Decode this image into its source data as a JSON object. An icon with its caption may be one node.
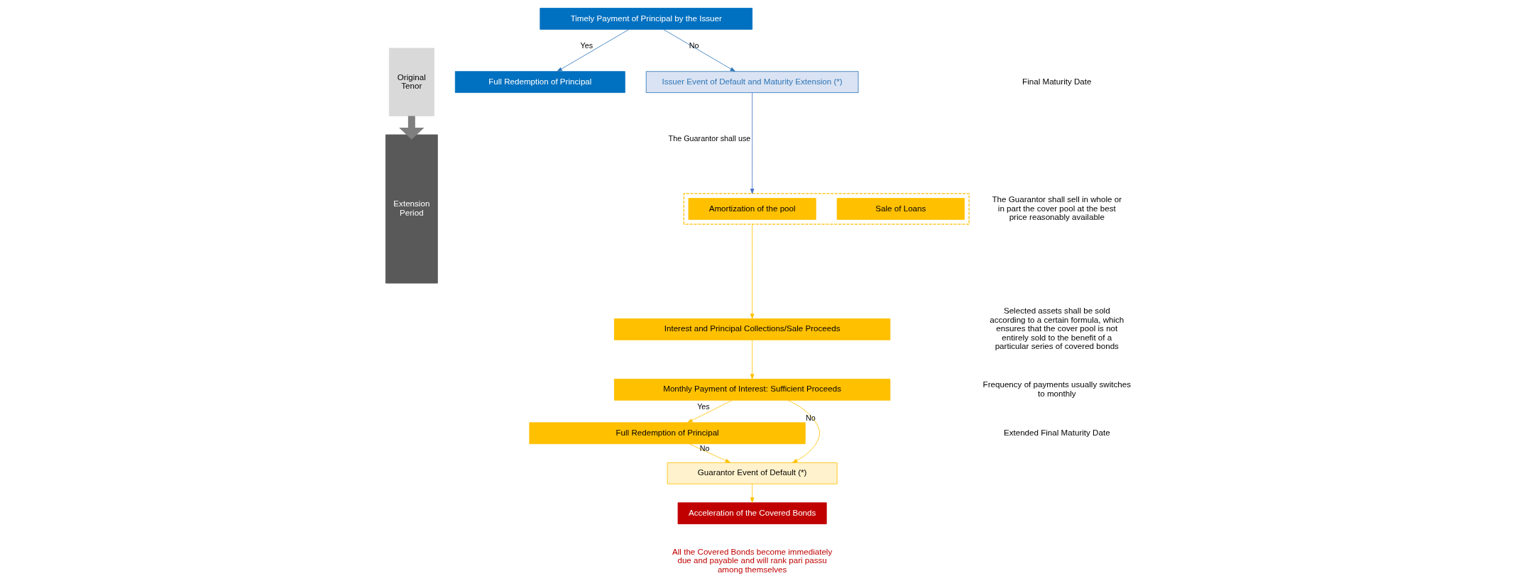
{
  "diagram": {
    "nodes": [
      {
        "text": [
          "Original Tenor"
        ]
      },
      {
        "text": [
          "Extension Period"
        ]
      },
      {
        "text": [
          "Timely Payment of Principal by the Issuer"
        ]
      },
      {
        "text": [
          "Full Redemption of Principal"
        ]
      },
      {
        "text": [
          "Issuer Event of Default and Maturity Extension (*)"
        ]
      },
      {
        "text": [],
        "shape": "box"
      },
      {
        "text": [
          "Amortization of the pool"
        ],
        "in": 5
      },
      {
        "text": [
          "Sale of Loans"
        ],
        "in": 5
      },
      {
        "text": [
          "Interest and Principal Collections/Sale Proceeds"
        ]
      },
      {
        "text": [
          "Monthly Payment of Interest: Sufficient Proceeds"
        ]
      },
      {
        "text": [
          "Full Redemption of Principal"
        ]
      },
      {
        "text": [
          "Guarantor Event of Default (*)"
        ]
      },
      {
        "text": [
          "Acceleration of the Covered Bonds"
        ],
        "beside": [
          "All the Covered Bonds become immediately due and payable and will rank pari passu among themselves"
        ]
      }
    ],
    "edges": [
      {
        "from": 0,
        "to": 1,
        "arrow": "to",
        "style": "thick",
        "color": "#7f7f7f"
      },
      {
        "from": 2,
        "to": 3,
        "arrow": "to",
        "label": "Yes",
        "color": "#2e75b6"
      },
      {
        "from": 2,
        "to": 4,
        "arrow": "to",
        "label": "No",
        "color": "#2e75b6"
      },
      {
        "from": 4,
        "to": 5,
        "arrow": "to",
        "label": "The Guarantor shall use",
        "color": "#4472c4"
      },
      {
        "from": 5,
        "to": 8,
        "arrow": "to"
      },
      {
        "from": 8,
        "to": 9,
        "arrow": "to"
      },
      {
        "from": 9,
        "to": 10,
        "arrow": "to",
        "label": "Yes"
      },
      {
        "from": 9,
        "to": 11,
        "arrow": "to",
        "label": "No"
      },
      {
        "from": 10,
        "to": 11,
        "arrow": "to",
        "label": "No"
      },
      {
        "from": 11,
        "to": 12,
        "arrow": "to"
      }
    ],
    "labels": [
      "Final Maturity Date",
      "The Guarantor shall sell in whole or in part the cover pool at the best price reasonably available",
      "Selected assets shall be sold according to a certain formula, which ensures that the cover pool is not entirely sold to the benefit of a particular series of covered bonds",
      "Frequency of payments usually switches to monthly",
      "Extended Final Maturity Date"
    ]
  }
}
